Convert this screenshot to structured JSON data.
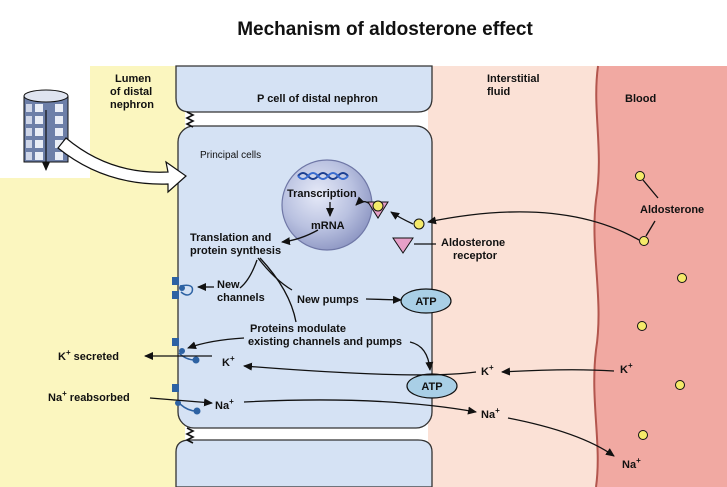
{
  "title": "Mechanism of aldosterone effect",
  "regions": {
    "lumen": [
      "Lumen",
      "of distal",
      "nephron"
    ],
    "p_cell": "P cell of distal nephron",
    "interstitial": [
      "Interstitial",
      "fluid"
    ],
    "blood": "Blood"
  },
  "labels": {
    "principal_cells": "Principal cells",
    "transcription": "Transcription",
    "mrna": "mRNA",
    "translation": [
      "Translation and",
      "protein synthesis"
    ],
    "new_channels": [
      "New",
      "channels"
    ],
    "new_pumps": "New pumps",
    "atp": "ATP",
    "modulate": [
      "Proteins modulate",
      "existing channels and pumps"
    ],
    "k_secreted": "K",
    "k_secreted_suffix": " secreted",
    "na_reabsorbed": "Na",
    "na_reabsorbed_suffix": " reabsorbed",
    "k_ion": "K",
    "na_ion": "Na",
    "plus": "+",
    "aldosterone": "Aldosterone",
    "receptor": [
      "Aldosterone",
      "receptor"
    ]
  },
  "colors": {
    "lumen": "#fbf6bf",
    "cell": "#d5e2f4",
    "interstitial": "#fbe1d6",
    "blood": "#f1a9a2",
    "atp": "#a9cfe6",
    "dot": "#f5ea6a",
    "receptor": "#e6a0c8",
    "channel": "#2d62a3"
  }
}
